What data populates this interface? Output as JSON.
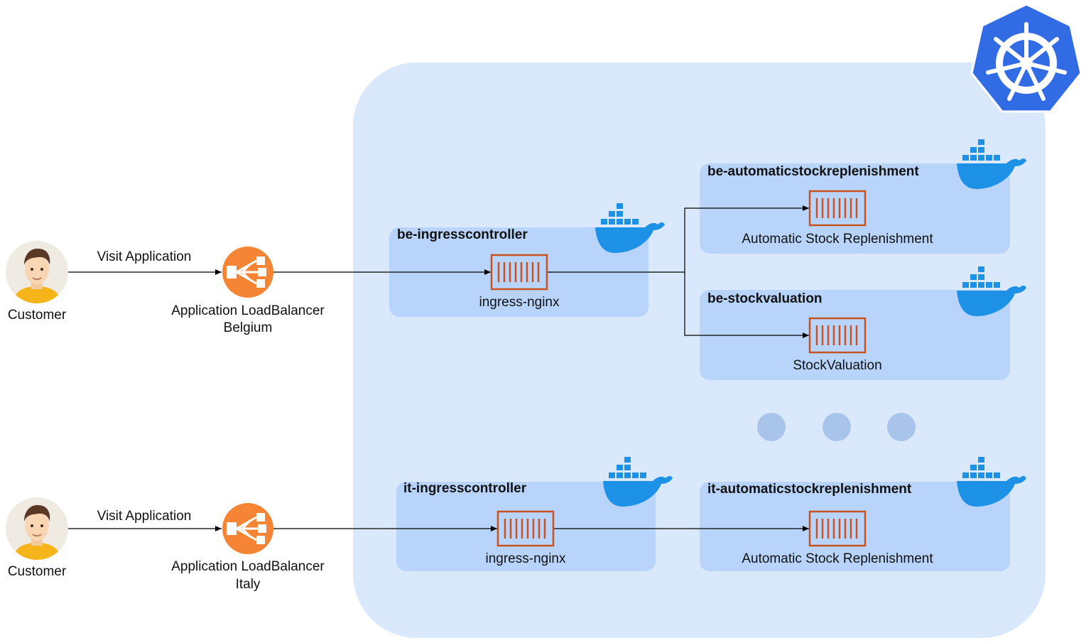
{
  "colors": {
    "cluster_bg": "#dae8fc",
    "namespace_bg": "#b8d4fb",
    "container_stroke": "#c7511f",
    "docker_blue": "#1d91e6",
    "k8s_blue": "#326ce5",
    "alb_orange": "#f58534",
    "dot_fill": "#a9c4ea",
    "edge": "#000000"
  },
  "customers": [
    {
      "label": "Customer",
      "edge_label": "Visit Application"
    },
    {
      "label": "Customer",
      "edge_label": "Visit Application"
    }
  ],
  "load_balancers": [
    {
      "line1": "Application LoadBalancer",
      "line2": "Belgium"
    },
    {
      "line1": "Application LoadBalancer",
      "line2": "Italy"
    }
  ],
  "namespaces": {
    "be_ingress": {
      "title": "be-ingresscontroller",
      "service": "ingress-nginx"
    },
    "be_asr": {
      "title": "be-automaticstockreplenishment",
      "service": "Automatic Stock Replenishment"
    },
    "be_stock": {
      "title": "be-stockvaluation",
      "service": "StockValuation"
    },
    "it_ingress": {
      "title": "it-ingresscontroller",
      "service": "ingress-nginx"
    },
    "it_asr": {
      "title": "it-automaticstockreplenishment",
      "service": "Automatic Stock Replenishment"
    }
  },
  "icons": {
    "cluster": "kubernetes-icon",
    "namespace": "docker-whale-icon",
    "service": "container-icon",
    "balancer": "load-balancer-icon",
    "person": "customer-avatar-icon",
    "more": "ellipsis-dots"
  }
}
